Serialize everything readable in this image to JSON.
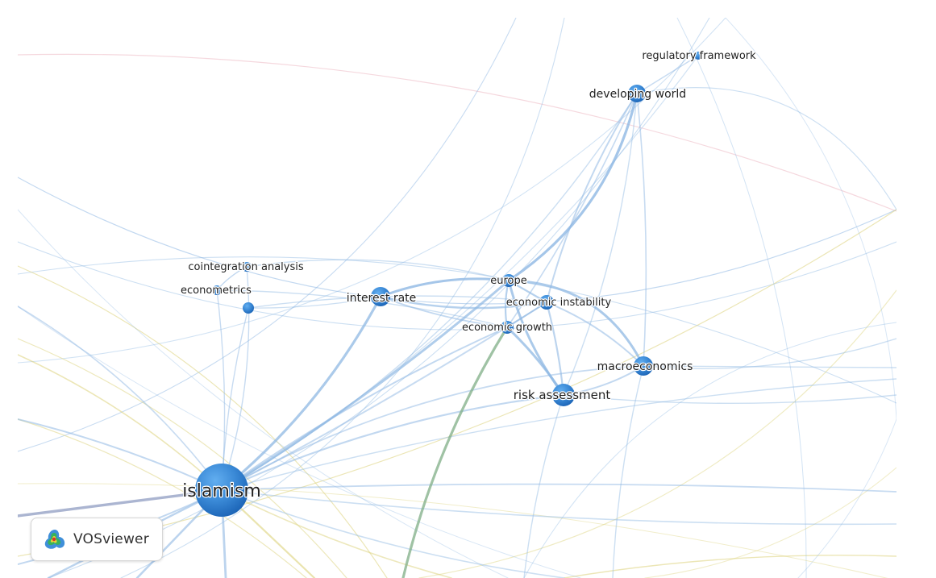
{
  "brand": {
    "name": "VOSviewer",
    "logo_icon": "vosviewer-logo-icon"
  },
  "colors": {
    "cluster_blue": "#3f8fd9",
    "cluster_blue_dark": "#1c6bbf",
    "edge_blue": "#8fb8e3",
    "edge_yellow": "#dcd27a",
    "edge_green": "#7fae86",
    "edge_pink": "#e8a9b6",
    "edge_slate": "#8f9cc2"
  },
  "nodes": [
    {
      "id": "islamism",
      "label": "islamism"
    },
    {
      "id": "developing-world",
      "label": "developing world"
    },
    {
      "id": "regulatory-framework",
      "label": "regulatory framework"
    },
    {
      "id": "cointegration-analysis",
      "label": "cointegration analysis"
    },
    {
      "id": "econometrics",
      "label": "econometrics"
    },
    {
      "id": "unlabeled-node",
      "label": ""
    },
    {
      "id": "interest-rate",
      "label": "interest rate"
    },
    {
      "id": "europe",
      "label": "europe"
    },
    {
      "id": "economic-instability",
      "label": "economic instability"
    },
    {
      "id": "economic-growth",
      "label": "economic growth"
    },
    {
      "id": "macroeconomics",
      "label": "macroeconomics"
    },
    {
      "id": "risk-assessment",
      "label": "risk assessment"
    }
  ]
}
